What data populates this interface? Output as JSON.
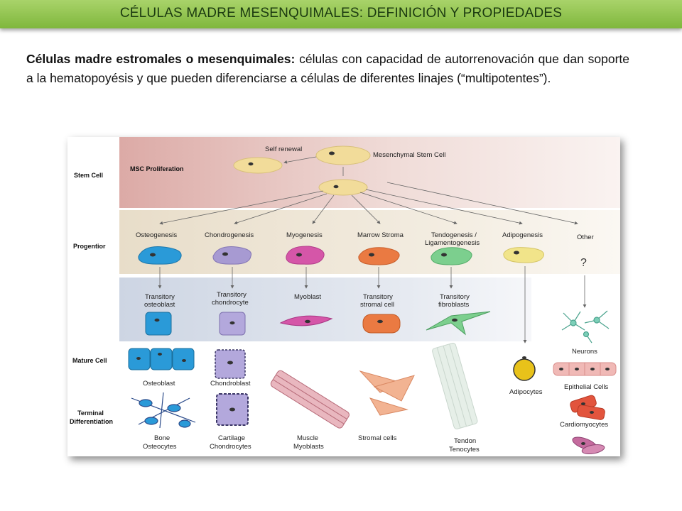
{
  "slide": {
    "title": "CÉLULAS MADRE MESENQUIMALES: DEFINICIÓN Y PROPIEDADES",
    "intro_bold": "Células madre estromales o mesenquimales:",
    "intro_rest": " células con capacidad de autorrenovación que dan soporte a la hematopoyésis y que pueden diferenciarse a células de diferentes linajes (“multipotentes”)."
  },
  "diagram": {
    "rows": {
      "stem_cell": "Stem Cell",
      "proliferation": "MSC Proliferation",
      "progenitor": "Progentior",
      "mature": "Mature Cell",
      "terminal_1": "Terminal",
      "terminal_2": "Differentiation"
    },
    "top": {
      "self_renewal": "Self renewal",
      "msc": "Mesenchymal Stem Cell"
    },
    "lineages": [
      "Osteogenesis",
      "Chondrogenesis",
      "Myogenesis",
      "Marrow Stroma",
      "Tendogenesis /",
      "Ligamentogenesis",
      "Adipogenesis",
      "Other"
    ],
    "question_mark": "?",
    "intermediate": [
      "Transitory",
      "osteoblast",
      "Transitory",
      "chondrocyte",
      "Myoblast",
      "Transitory",
      "stromal cell",
      "Transitory",
      "fibroblasts"
    ],
    "mature": {
      "osteoblast": "Osteoblast",
      "chondroblast": "Chondroblast",
      "adipocytes": "Adipocytes",
      "neurons": "Neurons",
      "epithelial": "Epithelial Cells",
      "cardiomyocytes": "Cardiomyocytes"
    },
    "terminal": [
      "Bone",
      "Osteocytes",
      "Cartilage",
      "Chondrocytes",
      "Muscle",
      "Myoblasts",
      "Stromal cells",
      "Tendon",
      "Tenocytes"
    ],
    "colors": {
      "osteo": "#2a9ad8",
      "chondro": "#a79ad2",
      "myo": "#d556a8",
      "stroma": "#ea7a42",
      "tendo": "#7ccf8e",
      "adipo": "#f1e48a",
      "msc": "#f2dc9a"
    }
  }
}
